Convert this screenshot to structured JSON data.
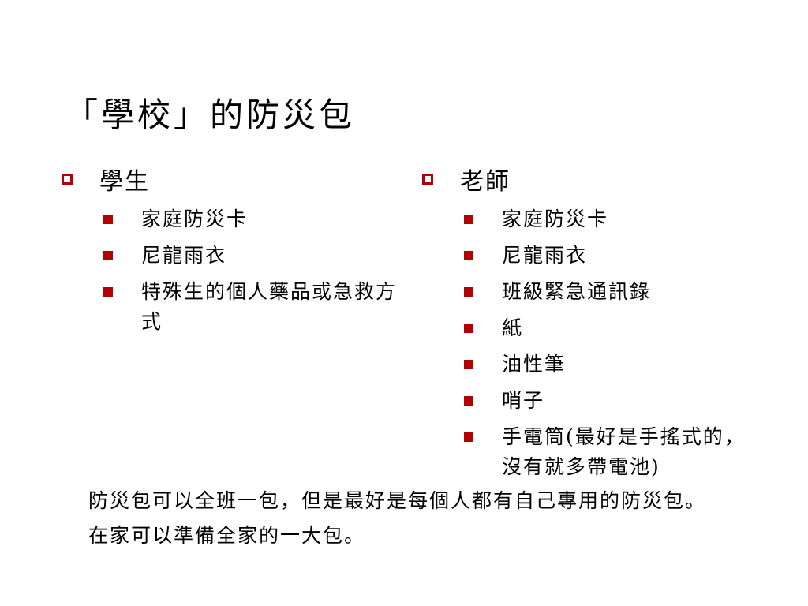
{
  "title": "「學校」的防災包",
  "accent_color": "#b30000",
  "columns": [
    {
      "heading": "學生",
      "items": [
        "家庭防災卡",
        "尼龍雨衣",
        "特殊生的個人藥品或急救方式"
      ]
    },
    {
      "heading": "老師",
      "items": [
        "家庭防災卡",
        "尼龍雨衣",
        "班級緊急通訊錄",
        "紙",
        "油性筆",
        "哨子",
        "手電筒(最好是手搖式的，沒有就多帶電池)"
      ]
    }
  ],
  "footnote": "防災包可以全班一包，但是最好是每個人都有自己專用的防災包。在家可以準備全家的一大包。"
}
